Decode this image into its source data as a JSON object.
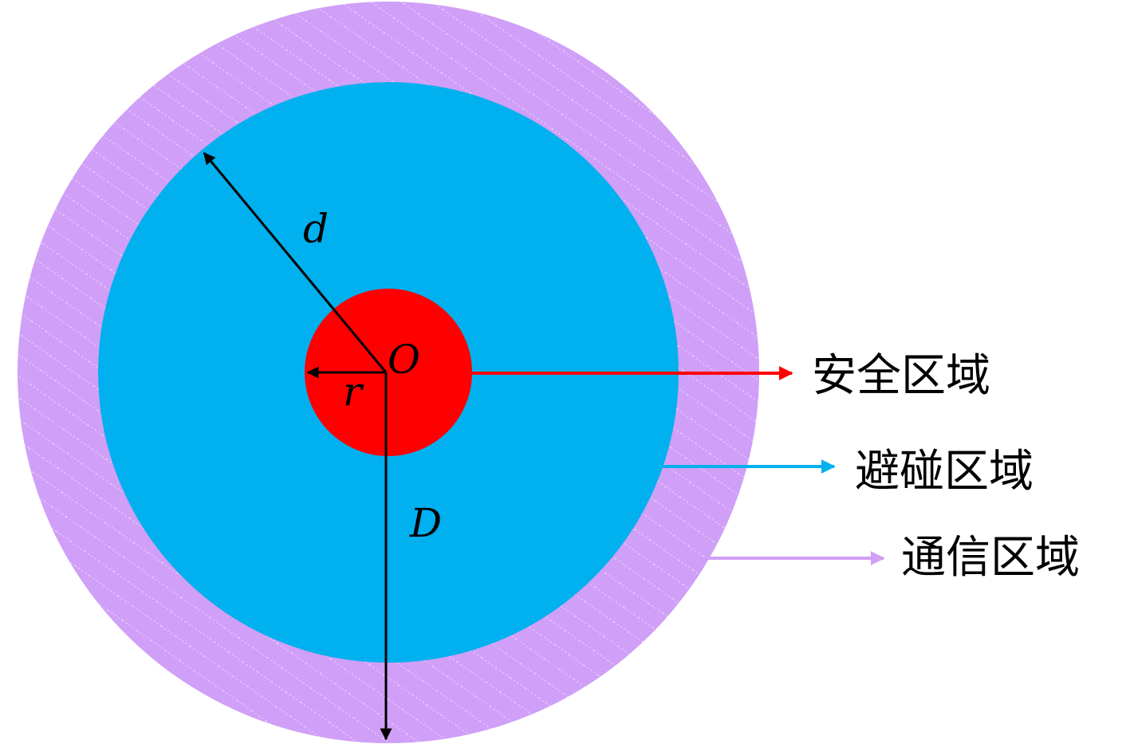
{
  "colors": {
    "communication": "#d09ff7",
    "avoidance": "#00b0ef",
    "safety": "#ff0000",
    "communication_arrow": "#d09ff7",
    "avoidance_arrow": "#00b0ef",
    "safety_arrow": "#ff0000",
    "radius_lines": "#000000"
  },
  "center_label": "O",
  "radius_labels": {
    "safety": "r",
    "avoidance": "d",
    "communication": "D"
  },
  "zone_labels": {
    "safety": "安全区域",
    "avoidance": "避碰区域",
    "communication": "通信区域"
  }
}
